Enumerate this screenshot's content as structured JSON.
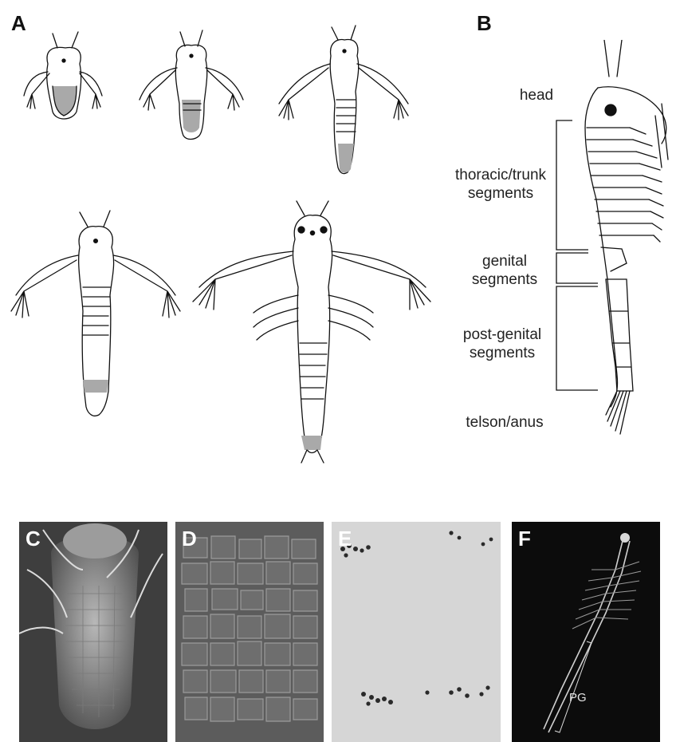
{
  "panels": {
    "a": "A",
    "b": "B",
    "c": "C",
    "d": "D",
    "e": "E",
    "f": "F"
  },
  "segment_labels": {
    "head": "head",
    "thoracic": "thoracic/trunk\nsegments",
    "genital": "genital\nsegments",
    "postgenital": "post-genital\nsegments",
    "telson": "telson/anus"
  },
  "photo_labels": {
    "pg": "PG"
  },
  "colors": {
    "growth_zone": "#a9a9a9",
    "line": "#111111",
    "sem_bg": "#6e6e6e",
    "ish_bg": "#dcdcdc",
    "dark_bg": "#0c0c0c"
  }
}
